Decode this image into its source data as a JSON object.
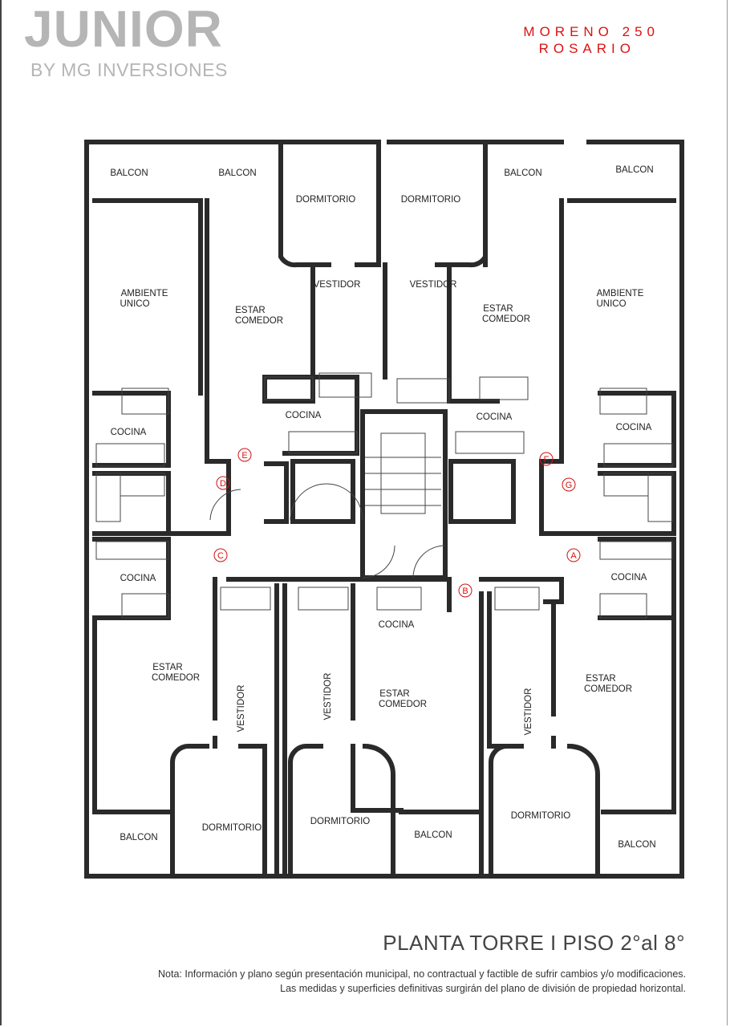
{
  "brand": {
    "name": "JUNIOR",
    "tagline": "BY MG INVERSIONES"
  },
  "address": {
    "line1": "MORENO 250",
    "line2": "ROSARIO"
  },
  "plan_title": "PLANTA TORRE I PISO 2°al 8°",
  "notes": {
    "line1": "Nota: Información y plano según presentación municipal, no contractual y factible de sufrir cambios y/o modificaciones.",
    "line2": "Las medidas y superficies  definitivas surgirán del plano de división de propiedad horizontal."
  },
  "rooms": {
    "balcon_tl1": "BALCON",
    "balcon_tl2": "BALCON",
    "balcon_tr1": "BALCON",
    "balcon_tr2": "BALCON",
    "balcon_bl": "BALCON",
    "balcon_bm": "BALCON",
    "balcon_br": "BALCON",
    "dorm_tl": "DORMITORIO",
    "dorm_tr": "DORMITORIO",
    "dorm_bl": "DORMITORIO",
    "dorm_bm": "DORMITORIO",
    "dorm_br": "DORMITORIO",
    "vestidor_tl": "VESTIDOR",
    "vestidor_tr": "VESTIDOR",
    "vestidor_bl": "VESTIDOR",
    "vestidor_bm": "VESTIDOR",
    "vestidor_br": "VESTIDOR",
    "amb_l_1": "AMBIENTE",
    "amb_l_2": "UNICO",
    "amb_r_1": "AMBIENTE",
    "amb_r_2": "UNICO",
    "estar_tl_1": "ESTAR",
    "estar_tl_2": "COMEDOR",
    "estar_tr_1": "ESTAR",
    "estar_tr_2": "COMEDOR",
    "estar_bl_1": "ESTAR",
    "estar_bl_2": "COMEDOR",
    "estar_bm_1": "ESTAR",
    "estar_bm_2": "COMEDOR",
    "estar_br_1": "ESTAR",
    "estar_br_2": "COMEDOR",
    "cocina_tl_a": "COCINA",
    "cocina_tl_b": "COCINA",
    "cocina_tr_a": "COCINA",
    "cocina_tr_b": "COCINA",
    "cocina_bl": "COCINA",
    "cocina_bm": "COCINA",
    "cocina_br": "COCINA"
  },
  "units": [
    "A",
    "B",
    "C",
    "D",
    "E",
    "F",
    "G"
  ],
  "colors": {
    "unit_marker": "#d11111",
    "wall": "#2a2a2a",
    "logo": "#b5b5b5"
  }
}
